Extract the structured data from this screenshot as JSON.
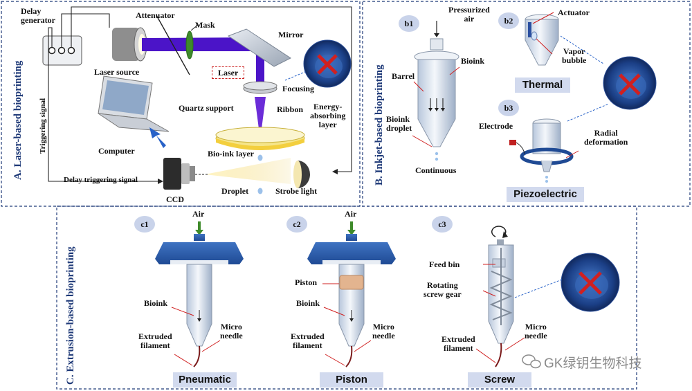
{
  "panel_a": {
    "title": "A. Laser-based bioprinting",
    "delay_generator": "Delay\ngenerator",
    "attenuator": "Attenuator",
    "mask": "Mask",
    "mirror": "Mirror",
    "laser_source": "Laser source",
    "laser": "Laser",
    "focusing": "Focusing",
    "ribbon": "Ribbon",
    "quartz_support": "Quartz support",
    "energy_absorbing_layer": "Energy-\nabsorbing\nlayer",
    "computer": "Computer",
    "bio_ink_layer": "Bio-ink layer",
    "triggering_signal": "Triggering signal",
    "delay_triggering_signal": "Delay triggering signal",
    "ccd": "CCD",
    "droplet": "Droplet",
    "strobe_light": "Strobe light"
  },
  "panel_b": {
    "title": "B. Inkjet-based bioprinting",
    "b1": {
      "badge": "b1",
      "pressurized_air": "Pressurized\nair",
      "barrel": "Barrel",
      "bioink": "Bioink",
      "bioink_droplet": "Bioink\ndroplet",
      "continuous": "Continuous"
    },
    "b2": {
      "badge": "b2",
      "actuator": "Actuator",
      "vapor_bubble": "Vapor\nbubble",
      "caption": "Thermal"
    },
    "b3": {
      "badge": "b3",
      "electrode": "Electrode",
      "radial_deformation": "Radial\ndeformation",
      "caption": "Piezoelectric"
    }
  },
  "panel_c": {
    "title": "C. Extrusion-based bioprinting",
    "c1": {
      "badge": "c1",
      "air": "Air",
      "bioink": "Bioink",
      "extruded_filament": "Extruded\nfilament",
      "micro_needle": "Micro\nneedle",
      "caption": "Pneumatic"
    },
    "c2": {
      "badge": "c2",
      "air": "Air",
      "piston": "Piston",
      "bioink": "Bioink",
      "extruded_filament": "Extruded\nfilament",
      "micro_needle": "Micro\nneedle",
      "caption": "Piston"
    },
    "c3": {
      "badge": "c3",
      "feed_bin": "Feed bin",
      "rotating_screw_gear": "Rotating\nscrew gear",
      "extruded_filament": "Extruded\nfilament",
      "micro_needle": "Micro\nneedle",
      "caption": "Screw"
    }
  },
  "watermark": "GK绿钥生物科技",
  "colors": {
    "laser_beam": "#4b14c8",
    "nozzle_cap": "#2f5fae",
    "panel_border": "#1f3a78",
    "caption_plate": "#d2daee",
    "badge": "#c9d3ea",
    "bioink_layer": "#f3cf3e",
    "strobe_beam": "#f4e7b0",
    "red_cross": "#d02020"
  },
  "icons": [
    "computer-icon",
    "laser-source-icon",
    "ccd-camera-icon",
    "strobe-light-icon",
    "cell-blocked-icon",
    "wechat-icon",
    "rotation-arrow-icon"
  ]
}
